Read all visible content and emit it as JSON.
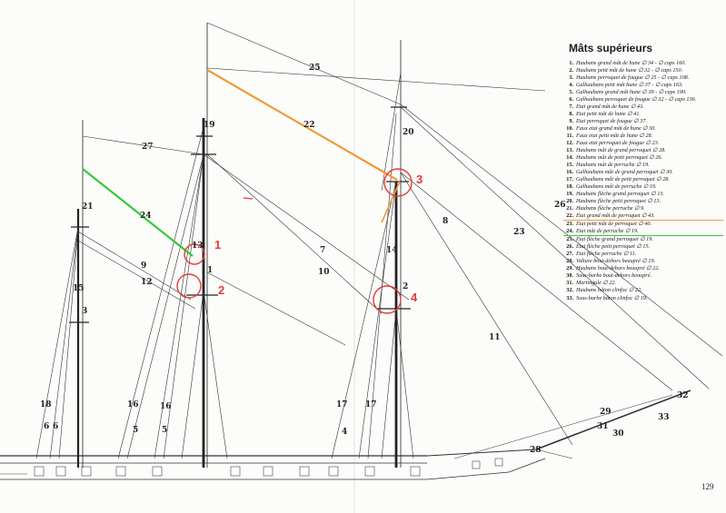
{
  "legend": {
    "title": "Mâts supérieurs",
    "items": [
      {
        "num": "1.",
        "text": "Haubans grand mât de hune ∅ 34 - ∅ caps 160."
      },
      {
        "num": "2.",
        "text": "Haubans petit mât de hune ∅ 32 - ∅ caps 150."
      },
      {
        "num": "3.",
        "text": "Haubans perroquet de fougue ∅ 25 - ∅ caps 108."
      },
      {
        "num": "4.",
        "text": "Galhaubans petit mât hune ∅ 37 - ∅ caps 163."
      },
      {
        "num": "5.",
        "text": "Galhaubans grand mât hune ∅ 39 - ∅ caps 190."
      },
      {
        "num": "6.",
        "text": "Galhaubans perroquet de fougue ∅ 32 - ∅ caps 136."
      },
      {
        "num": "7.",
        "text": "Etai grand mât de hune ∅ 43."
      },
      {
        "num": "8.",
        "text": "Etai petit mât de hune ∅ 41."
      },
      {
        "num": "9.",
        "text": "Etai perroquet de fougue ∅ 37."
      },
      {
        "num": "10.",
        "text": "Faux etai grand mât de hune ∅ 30."
      },
      {
        "num": "11.",
        "text": "Faux etai petit mât de hune ∅ 28."
      },
      {
        "num": "12.",
        "text": "Faux etai perroquet de fougue ∅ 23."
      },
      {
        "num": "13.",
        "text": "Haubans mât de grand perroquet ∅ 28."
      },
      {
        "num": "14.",
        "text": "Haubans mât de petit perroquet ∅ 26."
      },
      {
        "num": "15.",
        "text": "Haubans mât de perruche ∅ 19."
      },
      {
        "num": "16.",
        "text": "Galhaubans mât de grand perroquet ∅ 30."
      },
      {
        "num": "17.",
        "text": "Galhaubans mât de petit perroquet ∅ 28."
      },
      {
        "num": "18.",
        "text": "Galhaubans mât de perruche ∅ 19."
      },
      {
        "num": "19.",
        "text": "Haubans flèche grand perroquet ∅ 13."
      },
      {
        "num": "20.",
        "text": "Haubans flèche petit perroquet ∅ 13."
      },
      {
        "num": "21.",
        "text": "Haubans flèche perruche ∅ 9."
      },
      {
        "num": "22.",
        "text": "Etai grand mât de perroquet ∅ 43.",
        "hl": "orange"
      },
      {
        "num": "23.",
        "text": "Etai petit mât de perroquet ∅ 40."
      },
      {
        "num": "24.",
        "text": "Etai mât de perruche ∅ 19.",
        "hl": "green"
      },
      {
        "num": "25.",
        "text": "Etai flèche grand perroquet ∅ 19."
      },
      {
        "num": "26.",
        "text": "Etai flèche petit perroquet ∅ 15."
      },
      {
        "num": "27.",
        "text": "Etai flèche perruche ∅ 11."
      },
      {
        "num": "28.",
        "text": "Valture bout-dehors beaupré ∅ 19."
      },
      {
        "num": "29.",
        "text": "Haubans bout-dehors beaupré ∅ 22."
      },
      {
        "num": "30.",
        "text": "Sous-barbe bout-dehors beaupré."
      },
      {
        "num": "31.",
        "text": "Martingale ∅ 22."
      },
      {
        "num": "32.",
        "text": "Haubans bâton clinfoc ∅ 22."
      },
      {
        "num": "33.",
        "text": "Sous-barbe bâton clinfoc ∅ 19."
      }
    ]
  },
  "labels": {
    "n25": "25",
    "n22": "22",
    "n27": "27",
    "n24": "24",
    "n23": "23",
    "n26": "26",
    "n20": "20",
    "n19": "19",
    "n21": "21",
    "n13": "13",
    "n15": "15",
    "n3": "3",
    "n9": "9",
    "n12": "12",
    "n7": "7",
    "n10": "10",
    "n8": "8",
    "n11": "11",
    "n14": "14",
    "n2": "2",
    "n1": "1",
    "n18": "18",
    "n16a": "16",
    "n16b": "16",
    "n17a": "17",
    "n17b": "17",
    "n5a": "5",
    "n5b": "5",
    "n4": "4",
    "n6a": "6",
    "n6b": "6",
    "n30": "30",
    "n31": "31",
    "n32": "32",
    "n29": "29",
    "n28": "28",
    "n33": "33"
  },
  "markers": {
    "m1": "1",
    "m2": "2",
    "m3": "3",
    "m4": "4"
  },
  "page_number": "129",
  "colors": {
    "orange_stay": "#f29a38",
    "green_stay": "#38c838",
    "marker": "#e23b3b"
  }
}
